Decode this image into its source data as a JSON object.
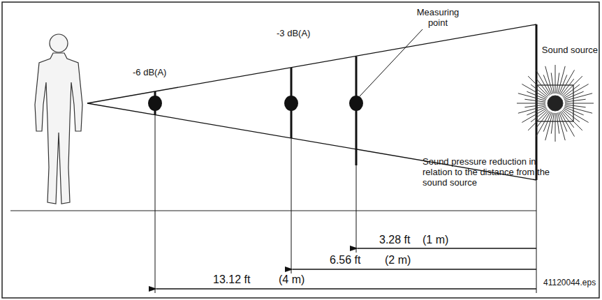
{
  "diagram": {
    "labels": [
      "Measuring point",
      "-3 dB(A)",
      "-6 dB(A)",
      "Sound source",
      "Sound pressure reduction in relation to the distance from the sound source",
      "3.28 ft",
      "(1 m)",
      "6.56 ft",
      "(2 m)",
      "13.12 ft",
      "(4 m)",
      "41120044.eps"
    ]
  }
}
